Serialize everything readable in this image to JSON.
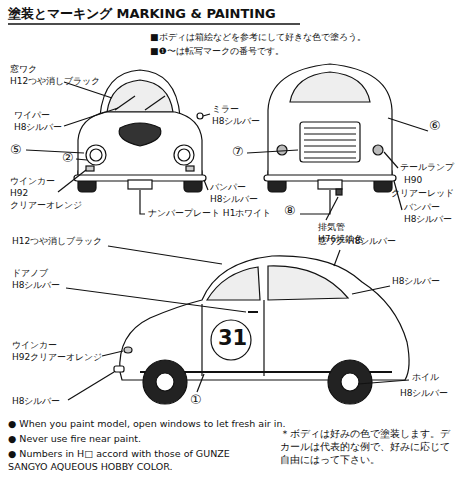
{
  "diagram": {
    "title": "塗装とマーキング MARKING & PAINTING",
    "labels": [
      "■ボディは箱絵などを参考にして好きな色で塗ろう。",
      "■❶〜は転写マークの番号です。",
      "窓ワク",
      "H12つや消しブラック",
      "ワイパー",
      "H8シルバー",
      "ミラー",
      "H8シルバー",
      "⑤",
      "②",
      "ウインカー",
      "H92",
      "クリアーオレンジ",
      "バンパー",
      "H8シルバー",
      "ナンバープレート H1ホワイト",
      "⑥",
      "テールランプ",
      "H90",
      "クリアーレッド",
      "⑦",
      "バンパー",
      "H8シルバー",
      "排気管",
      "H76焼鉄色",
      "H12つや消しブラック",
      "窓ワク H8シルバー",
      "ドアノブ",
      "H8シルバー",
      "H8シルバー",
      "31",
      "ウインカー",
      "H92クリアーオレンジ",
      "H8シルバー",
      "①",
      "ホイル",
      "H8シルバー",
      "⑧",
      "● When you paint model, open windows to let fresh air in.",
      "● Never use fire near paint.",
      "● Numbers in H□ accord with those of GUNZE SANGYO AQUEOUS HOBBY COLOR.",
      "＊ボディは好みの色で塗装します。デカールは代表的な例で、好みに応じて自由にはって下さい。"
    ]
  }
}
